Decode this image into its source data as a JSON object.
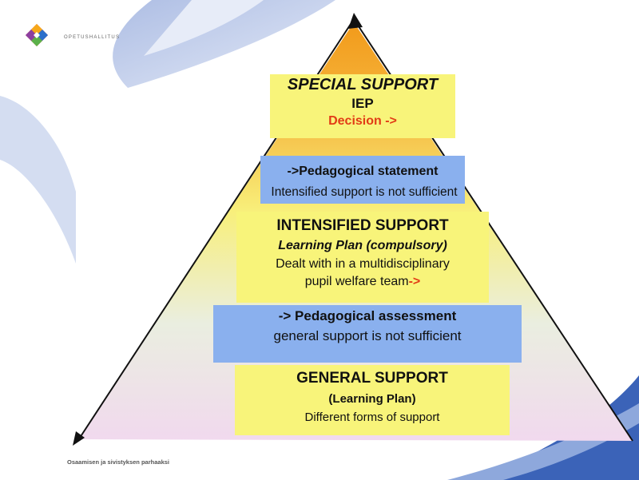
{
  "logo": {
    "name": "OPETUSHALLITUS"
  },
  "footer": {
    "text": "Osaamisen ja sivistyksen parhaaksi"
  },
  "colors": {
    "apex": "#f29a1a",
    "middle": "#f8ef7a",
    "base": "#f1d9ee",
    "yellow_box": "#f8f47a",
    "blue_box": "#8ab0ee",
    "accent_red": "#e23b16"
  },
  "special": {
    "title": "SPECIAL SUPPORT",
    "subtitle": "IEP",
    "decision": "Decision ->"
  },
  "ped_statement": {
    "title": "->Pedagogical statement",
    "text": "Intensified support is not sufficient"
  },
  "intensified": {
    "title": "INTENSIFIED SUPPORT",
    "subtitle": "Learning Plan (compulsory)",
    "line1": "Dealt with in a multidisciplinary",
    "line2": "pupil welfare team",
    "arrow": "->"
  },
  "ped_assessment": {
    "title": "-> Pedagogical assessment",
    "text": "general support is not sufficient"
  },
  "general": {
    "title": "GENERAL SUPPORT",
    "subtitle": "(Learning Plan)",
    "text": "Different forms of support"
  }
}
